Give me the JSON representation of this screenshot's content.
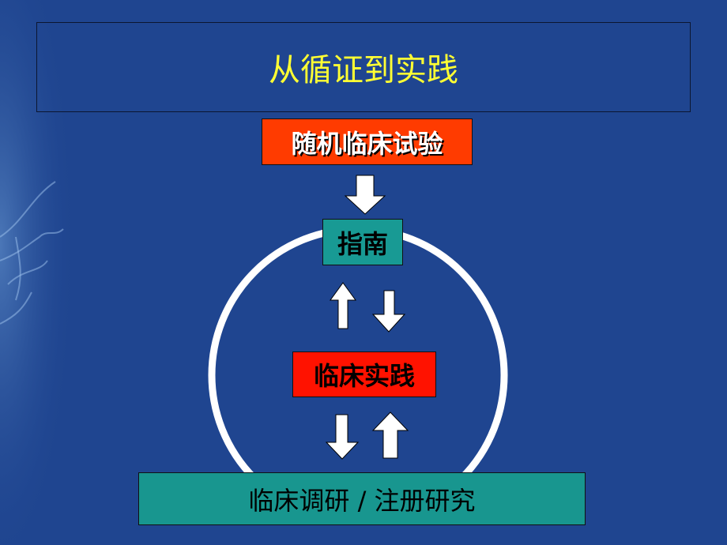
{
  "title": "从循证到实践",
  "nodes": {
    "rct": "随机临床试验",
    "guideline": "指南",
    "practice": "临床实践",
    "registry": "临床调研 / 注册研究"
  }
}
